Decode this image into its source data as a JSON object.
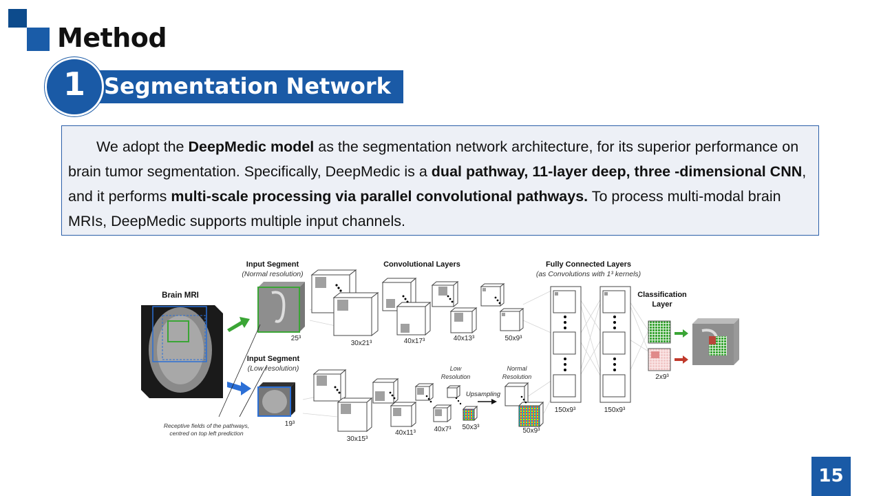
{
  "header": {
    "title": "Method"
  },
  "section": {
    "number": "1",
    "label": "Segmentation Network"
  },
  "paragraph": {
    "s1": "We adopt the ",
    "b1": "DeepMedic model",
    "s2": " as the segmentation network architecture, for its superior performance on brain tumor segmentation. Specifically, DeepMedic is a ",
    "b2": "dual pathway, 11-layer deep, three -dimensional CNN",
    "s3": ", and it performs ",
    "b3": "multi-scale processing via parallel convolutional pathways.",
    "s4": " To process multi-modal brain MRIs, DeepMedic supports multiple input channels."
  },
  "figure": {
    "brain_mri": "Brain MRI",
    "input_normal_title": "Input Segment",
    "input_normal_sub": "(Normal resolution)",
    "input_low_title": "Input Segment",
    "input_low_sub": "(Low resolution)",
    "conv_layers": "Convolutional Layers",
    "fc_title": "Fully Connected Layers",
    "fc_sub": "(as Convolutions with 1³ kernels)",
    "class_title": "Classification",
    "class_title2": "Layer",
    "receptive_line1": "Receptive fields of the pathways,",
    "receptive_line2": "centred on top left prediction",
    "low_res_1": "Low",
    "low_res_2": "Resolution",
    "normal_res_1": "Normal",
    "normal_res_2": "Resolution",
    "upsampling": "Upsampling",
    "top_sizes": [
      "25³",
      "30x21³",
      "40x17³",
      "40x13³",
      "50x9³"
    ],
    "bottom_sizes": [
      "19³",
      "30x15³",
      "40x11³",
      "40x7³",
      "50x3³",
      "50x9³"
    ],
    "fc_sizes": [
      "150x9³",
      "150x9³"
    ],
    "class_size": "2x9³"
  },
  "colors": {
    "accent": "#1a5aa6",
    "dark_accent": "#0d4b8c",
    "green": "#3aa535",
    "red": "#c0392b",
    "box_bg": "#edf0f6"
  },
  "page_number": "15"
}
